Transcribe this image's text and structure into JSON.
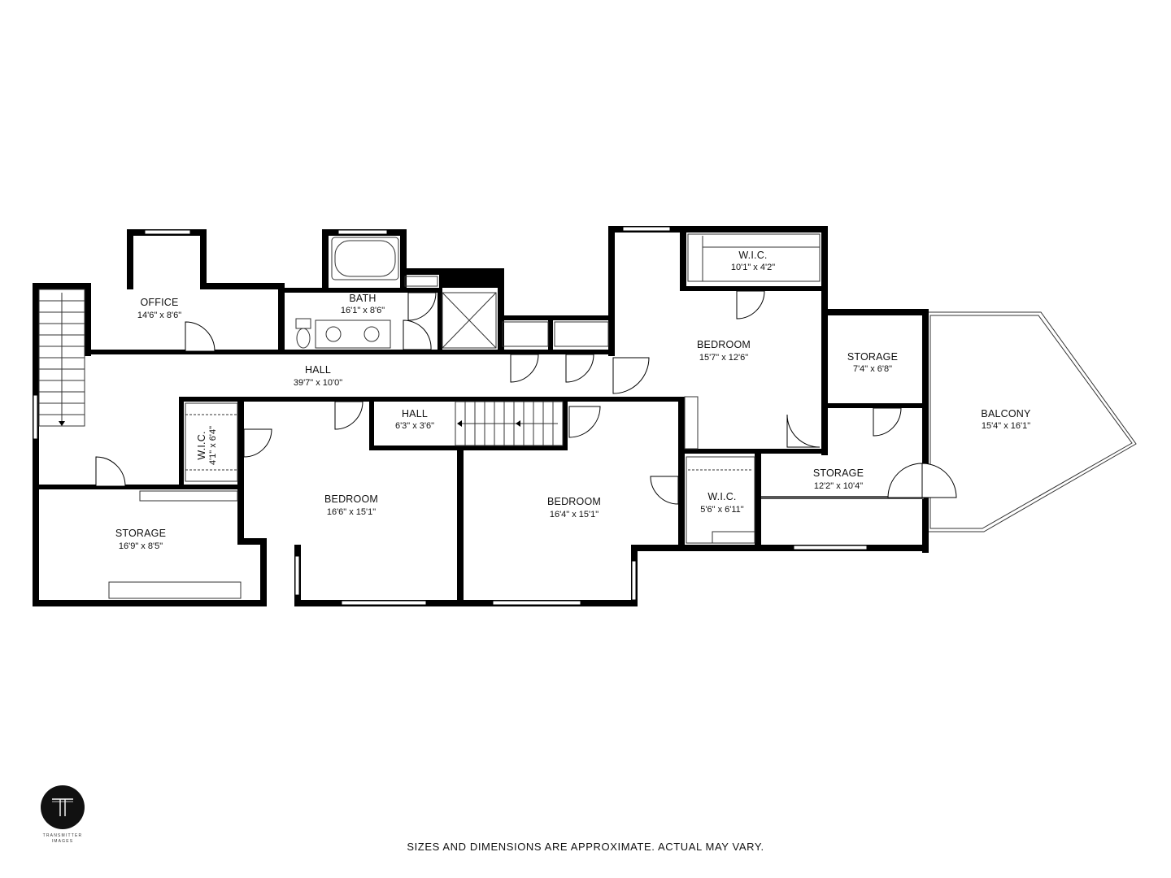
{
  "disclaimer": "SIZES AND DIMENSIONS ARE APPROXIMATE. ACTUAL MAY VARY.",
  "brand": {
    "line1": "TRANSMITTER",
    "line2": "IMAGES",
    "mark": "T"
  },
  "rooms": {
    "office": {
      "name": "OFFICE",
      "dims": "14'6\" x 8'6\""
    },
    "bath": {
      "name": "BATH",
      "dims": "16'1\" x 8'6\""
    },
    "hall_main": {
      "name": "HALL",
      "dims": "39'7\" x 10'0\""
    },
    "hall_small": {
      "name": "HALL",
      "dims": "6'3\" x 3'6\""
    },
    "wic_left": {
      "name": "W.I.C.",
      "dims": "4'1\" x 6'4\""
    },
    "storage_left": {
      "name": "STORAGE",
      "dims": "16'9\" x 8'5\""
    },
    "bedroom_left": {
      "name": "BEDROOM",
      "dims": "16'6\" x 15'1\""
    },
    "bedroom_mid": {
      "name": "BEDROOM",
      "dims": "16'4\" x 15'1\""
    },
    "bedroom_top": {
      "name": "BEDROOM",
      "dims": "15'7\" x 12'6\""
    },
    "wic_top": {
      "name": "W.I.C.",
      "dims": "10'1\" x 4'2\""
    },
    "wic_mid": {
      "name": "W.I.C.",
      "dims": "5'6\" x 6'11\""
    },
    "storage_top": {
      "name": "STORAGE",
      "dims": "7'4\" x 6'8\""
    },
    "storage_mid": {
      "name": "STORAGE",
      "dims": "12'2\" x 10'4\""
    },
    "balcony": {
      "name": "BALCONY",
      "dims": "15'4\" x 16'1\""
    }
  }
}
